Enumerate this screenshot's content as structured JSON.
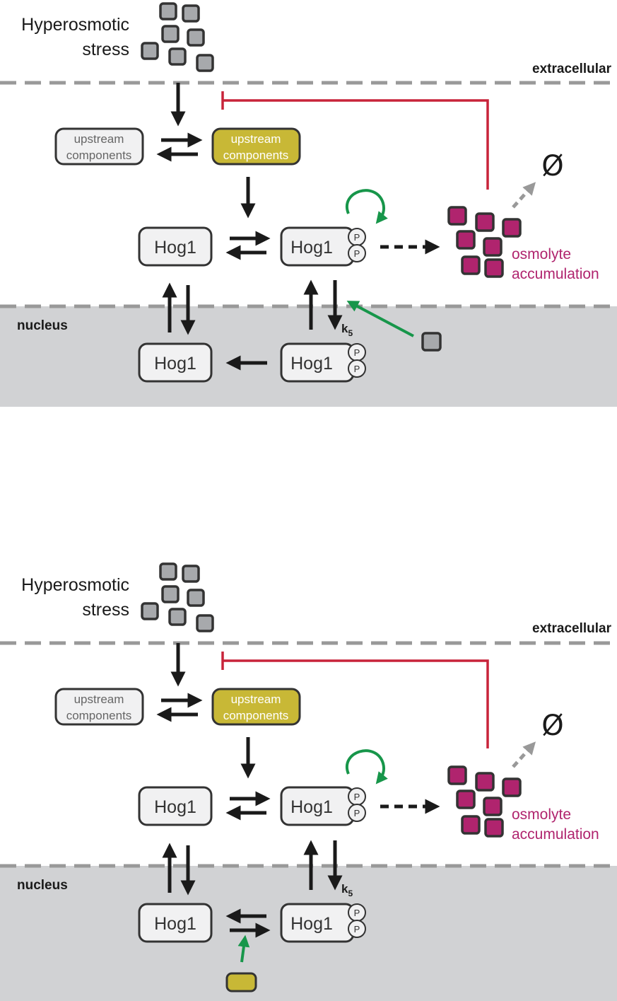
{
  "labels": {
    "stimulus_line1": "Hyperosmotic",
    "stimulus_line2": "stress",
    "extracellular": "extracellular",
    "nucleus": "nucleus",
    "upstream_line1": "upstream",
    "upstream_line2": "components",
    "hog1": "Hog1",
    "phospho": "P",
    "osmolyte_line1": "osmolyte",
    "osmolyte_line2": "accumulation",
    "rate_k": "k",
    "rate_sub": "5",
    "degradation": "Ø"
  },
  "colors": {
    "black": "#1a1a1a",
    "inhibition_red": "#c8243a",
    "activation_green": "#17964a",
    "osmolyte_magenta": "#b0246e",
    "active_upstream_yellow": "#c8b836",
    "nucleus_gray": "#d1d2d4",
    "stress_particle_gray": "#a7a9ac",
    "membrane_dash_gray": "#999999"
  },
  "icons": {
    "stress_particles": "gray-square-cluster",
    "osmolytes": "magenta-square-cluster",
    "degradation": "empty-set-symbol",
    "feedback": "circular-arrow"
  }
}
